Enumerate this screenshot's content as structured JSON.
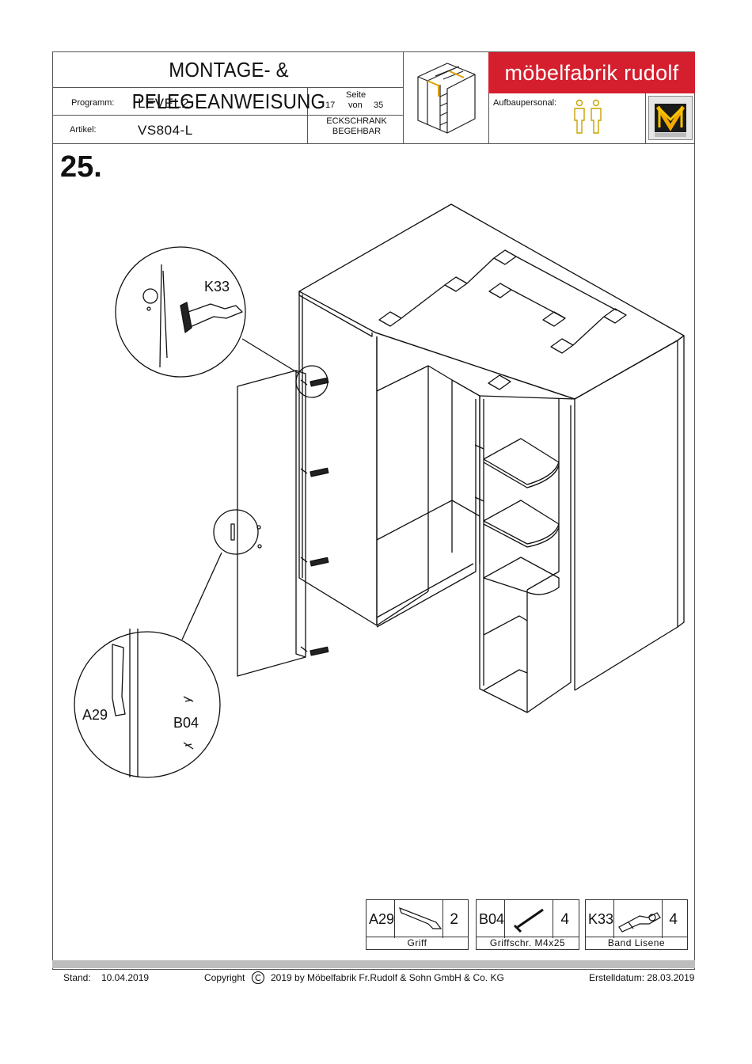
{
  "header": {
    "title": "MONTAGE- & PFLEGEANWEISUNG",
    "programm_label": "Programm:",
    "programm_value": "LEVEL2",
    "artikel_label": "Artikel:",
    "artikel_value": "VS804-L",
    "seite_label": "Seite",
    "page_current": "17",
    "page_sep": "von",
    "page_total": "35",
    "product_line1": "ECKSCHRANK",
    "product_line2": "BEGEHBAR",
    "brand": "möbelfabrik rudolf",
    "aufbau_label": "Aufbaupersonal:",
    "brand_color": "#d51f2e"
  },
  "step": {
    "number": "25."
  },
  "callouts": {
    "hinge": "K33",
    "handle": "A29",
    "screw": "B04"
  },
  "parts": [
    {
      "code": "A29",
      "qty": "2",
      "name": "Griff",
      "icon": "handle-icon"
    },
    {
      "code": "B04",
      "qty": "4",
      "name": "Griffschr. M4x25",
      "icon": "screw-icon"
    },
    {
      "code": "K33",
      "qty": "4",
      "name": "Band Lisene",
      "icon": "hinge-icon"
    }
  ],
  "footer": {
    "stand_label": "Stand:",
    "stand_date": "10.04.2019",
    "copyright_pre": "Copyright",
    "copyright_post": "2019  by Möbelfabrik Fr.Rudolf & Sohn GmbH & Co. KG",
    "erstellt": "Erstelldatum: 28.03.2019"
  }
}
